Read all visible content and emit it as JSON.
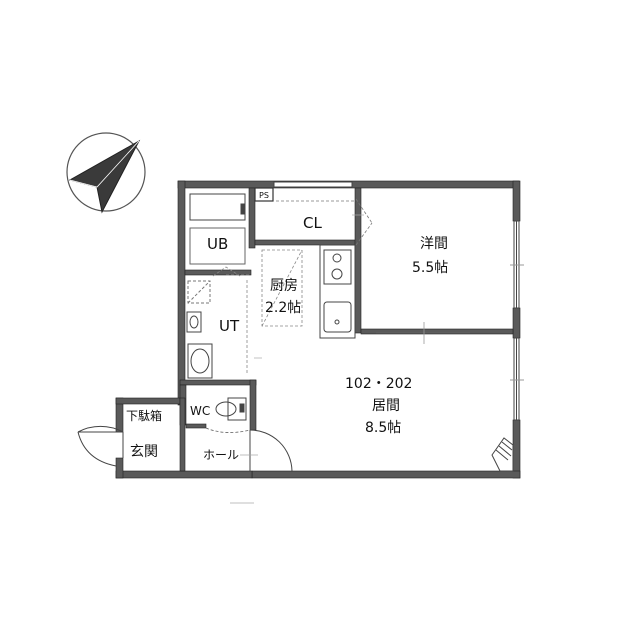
{
  "rooms": {
    "ub": "UB",
    "cl": "CL",
    "ps": "PS",
    "kitchen_name": "厨房",
    "kitchen_size": "2.2帖",
    "ut": "UT",
    "western_name": "洋間",
    "western_size": "5.5帖",
    "unit_numbers": "102・202",
    "living_name": "居間",
    "living_size": "8.5帖",
    "wc": "WC",
    "shoe_box": "下駄箱",
    "entrance": "玄関",
    "hall": "ホール"
  },
  "colors": {
    "wall": "#5a5a5a",
    "wall_edge": "#222222",
    "line": "#333333",
    "light_line": "#999999"
  },
  "icons": {
    "north": "north-arrow-icon"
  }
}
